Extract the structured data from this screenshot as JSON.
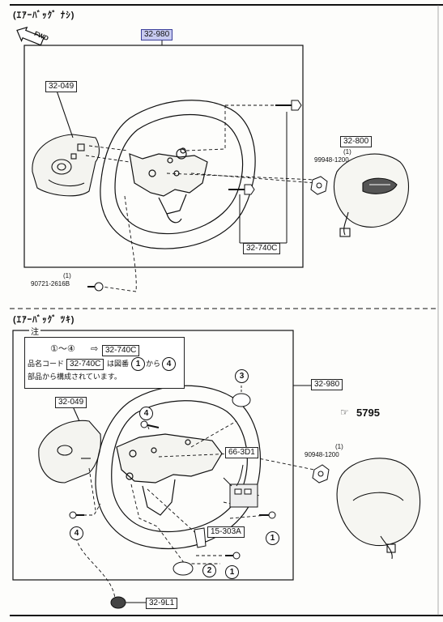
{
  "sections": {
    "top": {
      "title": "(ｴｱｰﾊﾞｯｸﾞ ﾅｼ)"
    },
    "bottom": {
      "title": "(ｴｱｰﾊﾞｯｸﾞ ﾂｷ)"
    }
  },
  "fwd_label": "FWD",
  "top_parts": {
    "frame_ref": "32-980",
    "column_cover": "32-049",
    "horn_pad": "32-800",
    "horn_pad_qty": "(1)",
    "nut": "99948-1200",
    "bolts": "32-740C",
    "screw_qty": "(1)",
    "screw": "90721-2616B"
  },
  "note": {
    "heading": "注",
    "line1_a": "①～④",
    "line1_arrow": "⇨",
    "line1_ref": "32-740C",
    "line2_a": "品名コード",
    "line2_ref": "32-740C",
    "line2_b": "は図番",
    "line2_c": "から",
    "line3": "部品から構成されています。",
    "num1": "1",
    "num4": "4"
  },
  "bottom_parts": {
    "frame_ref": "32-980",
    "column_cover": "32-049",
    "airbag_ref": "5795",
    "airbag_arrow": "☞",
    "nut_qty": "(1)",
    "nut": "90948-1200",
    "connector": "66-3D1",
    "sensor": "15-303A",
    "grommet": "32-9L1"
  },
  "callouts": {
    "c1": "1",
    "c2": "2",
    "c3": "3",
    "c4": "4"
  }
}
